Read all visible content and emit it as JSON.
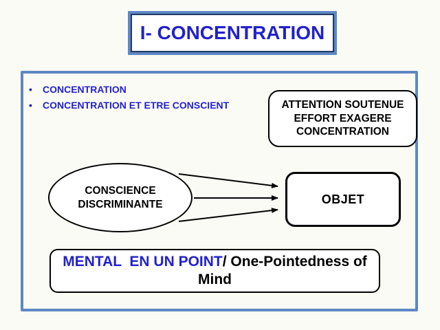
{
  "slide": {
    "title": "I- CONCENTRATION",
    "bullets": [
      {
        "text": "CONCENTRATION"
      },
      {
        "text": "CONCENTRATION ET ETRE CONSCIENT"
      }
    ],
    "attention_box": {
      "lines": [
        "ATTENTION SOUTENUE",
        "EFFORT EXAGERE",
        "CONCENTRATION"
      ]
    },
    "ellipse": {
      "lines": [
        "CONSCIENCE",
        "DISCRIMINANTE"
      ]
    },
    "object_box": {
      "label": "OBJET"
    },
    "one_pointedness": {
      "french": "MENTAL  EN UN POINT",
      "english": "/ One-Pointedness of Mind"
    }
  },
  "colors": {
    "accent_text_blue": "#2121CC",
    "frame_blue": "#5E88C4",
    "inner_border_navy": "#1F3864",
    "shape_outline": "#000000"
  }
}
